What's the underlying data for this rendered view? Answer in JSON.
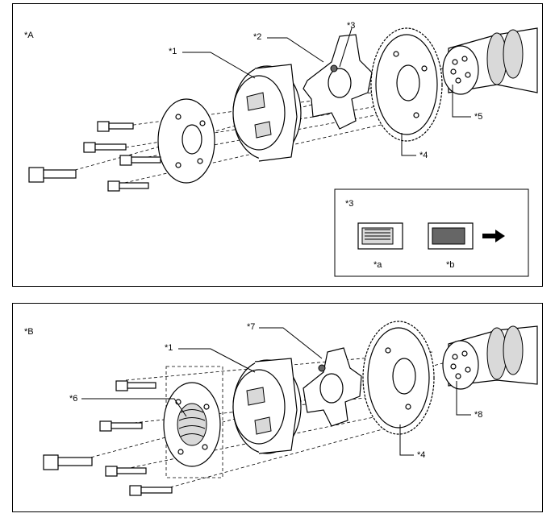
{
  "panel_a": {
    "view_label": "*A",
    "callouts": {
      "c1": "*1",
      "c2": "*2",
      "c3": "*3",
      "c4": "*4",
      "c5": "*5"
    },
    "inset": {
      "title": "*3",
      "label_a": "*a",
      "label_b": "*b"
    }
  },
  "panel_b": {
    "view_label": "*B",
    "callouts": {
      "c1": "*1",
      "c4": "*4",
      "c6": "*6",
      "c7": "*7",
      "c8": "*8"
    }
  },
  "colors": {
    "line": "#000000",
    "shade": "#d9d9d9",
    "arrow": "#000000"
  },
  "icons": {
    "direction_arrow": "arrow-left-icon"
  }
}
